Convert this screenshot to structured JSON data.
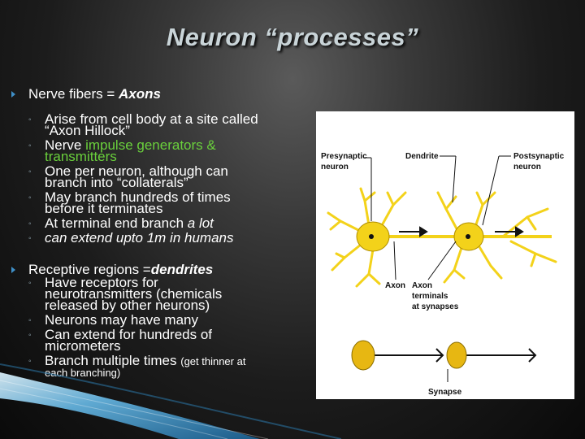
{
  "slide": {
    "title": "Neuron “processes”",
    "section1": {
      "label": "Nerve fibers = ",
      "emphasis": "Axons",
      "items": {
        "i0": {
          "line1": "Arise from cell body at a site called",
          "line2": "“Axon Hillock”"
        },
        "i1": {
          "prefix": "Nerve ",
          "green1": "impulse generators &",
          "green2": "transmitters"
        },
        "i2": {
          "line1": "One per neuron, although can",
          "line2": "branch into “collaterals”"
        },
        "i3": {
          "line1": "May branch hundreds of times",
          "line2": "before it terminates"
        },
        "i4": {
          "prefix": "At terminal end branch ",
          "italic": "a lot"
        },
        "i5": {
          "italic": "can extend upto 1m in humans"
        }
      }
    },
    "section2": {
      "label": "Receptive regions =",
      "emphasis": "dendrites",
      "items": {
        "i0": {
          "line1": "Have receptors for",
          "line2": "neurotransmitters (chemicals",
          "line3": "released by other neurons)"
        },
        "i1": {
          "line1": "Neurons may have many"
        },
        "i2": {
          "line1": "Can extend for hundreds of",
          "line2": "micrometers"
        },
        "i3": {
          "line1": "Branch multiple times ",
          "small1": "(get thinner at",
          "small2": "each branching)"
        }
      }
    }
  },
  "figure": {
    "labels": {
      "presynaptic1": "Presynaptic",
      "presynaptic2": "neuron",
      "dendrite": "Dendrite",
      "postsynaptic1": "Postsynaptic",
      "postsynaptic2": "neuron",
      "axon": "Axon",
      "axon_terminals1": "Axon",
      "axon_terminals2": "terminals",
      "axon_terminals3": "at synapses",
      "synapse": "Synapse"
    },
    "colors": {
      "neuron_yellow": "#f3d21a",
      "neuron_outline": "#b08e00",
      "arrow": "#111111"
    }
  },
  "theme": {
    "bullet_l1": "#3f8fc7",
    "highlight_green": "#6ad03c",
    "title_color": "#c9d4d8"
  }
}
